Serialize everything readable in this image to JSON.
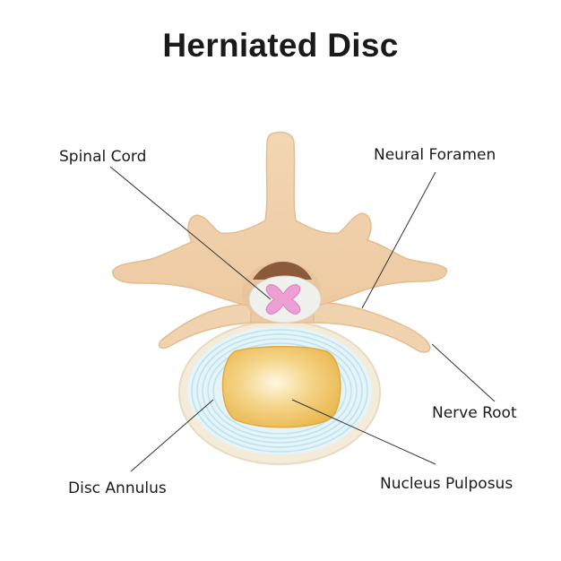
{
  "title": "Herniated Disc",
  "labels": {
    "spinal_cord": "Spinal Cord",
    "neural_foramen": "Neural Foramen",
    "nerve_root": "Nerve Root",
    "disc_annulus": "Disc Annulus",
    "nucleus_pulposus": "Nucleus Pulposus"
  },
  "colors": {
    "bone": "#f2d4b0",
    "bone_outline": "#e3bd92",
    "canal": "#8a5a3b",
    "cord": "#f0f0ec",
    "cord_gray_matter": "#ec9fd2",
    "annulus_ring": "#f4ecd8",
    "annulus_layers": "#cfe9f2",
    "nucleus": "#f0c45a",
    "leader_line": "#333333"
  }
}
